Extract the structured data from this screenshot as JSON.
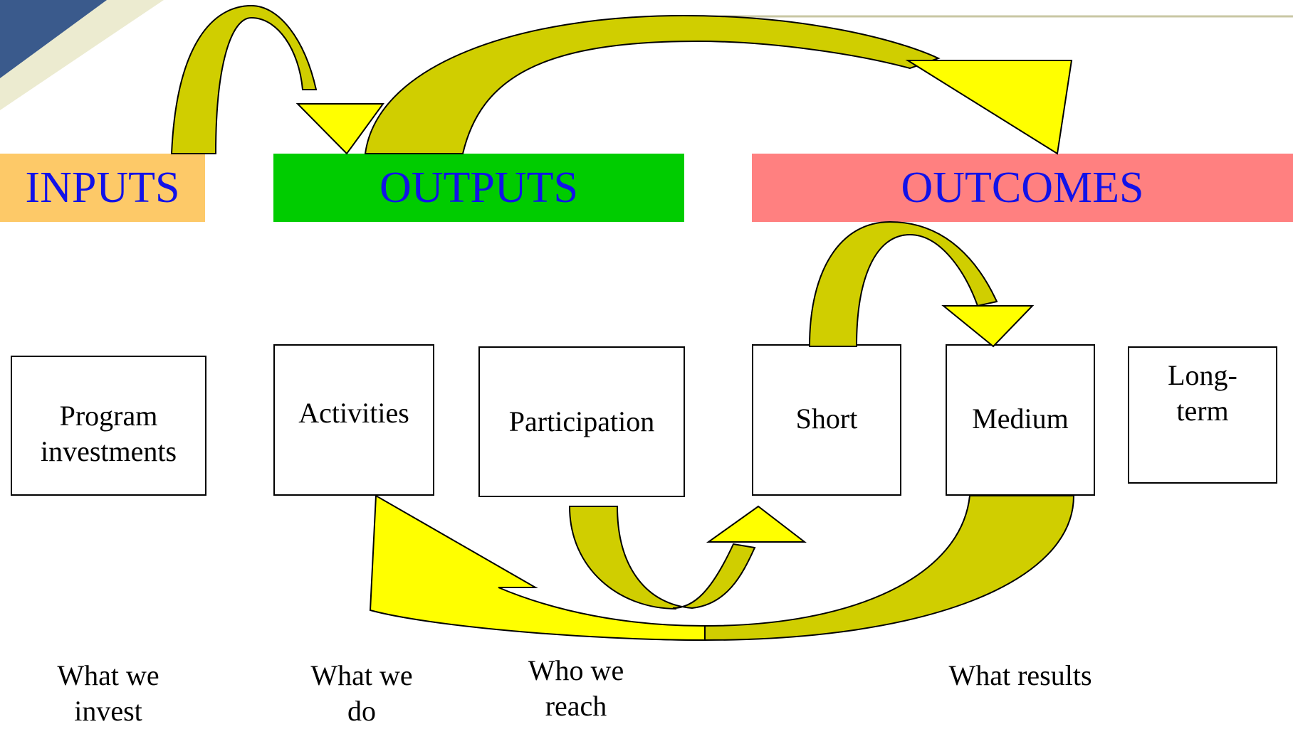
{
  "headers": {
    "inputs": "INPUTS",
    "outputs": "OUTPUTS",
    "outcomes": "OUTCOMES"
  },
  "boxes": {
    "program_investments": "Program investments",
    "activities": "Activities",
    "participation": "Participation",
    "short": "Short",
    "medium": "Medium",
    "long_term": "Long-term"
  },
  "captions": {
    "what_we_invest": "What we invest",
    "what_we_do": "What we do",
    "who_we_reach": "Who we reach",
    "what_results": "What results"
  },
  "colors": {
    "inputs_header": "#fdc968",
    "outputs_header": "#00cc00",
    "outcomes_header": "#ff8080",
    "header_text": "#1212e8",
    "arrow_body": "#d0ce00",
    "arrow_head": "#ffff00",
    "corner_accent": "#3a5a8c"
  }
}
